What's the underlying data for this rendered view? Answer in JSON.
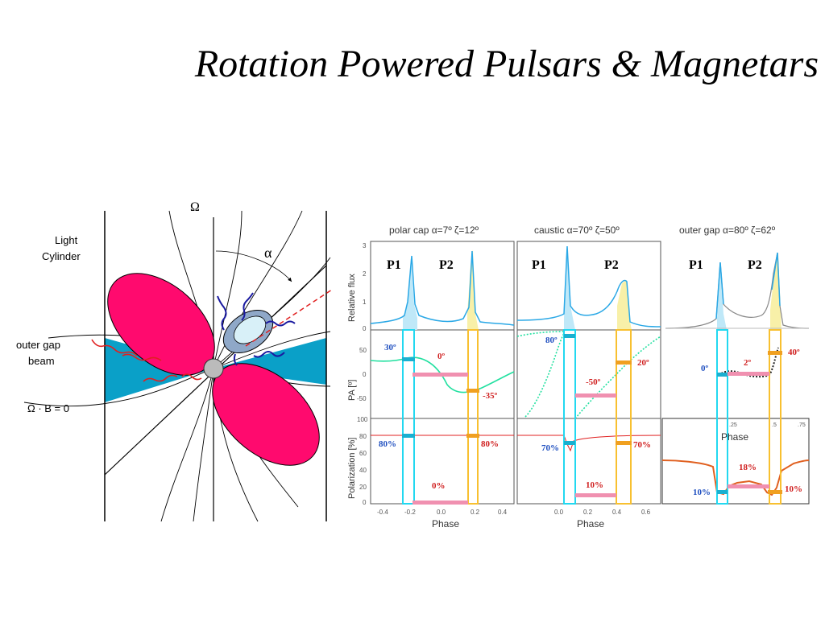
{
  "title": "Rotation Powered Pulsars & Magnetars",
  "diagram": {
    "omega": "Ω",
    "alpha": "α",
    "light_cylinder": [
      "Light",
      "Cylinder"
    ],
    "outer_gap_beam": [
      "outer gap",
      "beam"
    ],
    "omega_dot_b": "Ω · B = 0"
  },
  "panels": [
    {
      "title": "polar cap α=7º ζ=12º",
      "p1": "P1",
      "p2": "P2",
      "pa_p1": "30º",
      "pa_mid": "0º",
      "pa_p2": "-35º",
      "pol_p1": "80%",
      "pol_mid": "0%",
      "pol_p2": "80%",
      "xticks": [
        "-0.4",
        "-0.2",
        "0.0",
        "0.2",
        "0.4"
      ],
      "xlabel": "Phase"
    },
    {
      "title": "caustic α=70º ζ=50º",
      "p1": "P1",
      "p2": "P2",
      "pa_p1": "80º",
      "pa_mid": "-50º",
      "pa_p2": "20º",
      "pol_p1": "70%",
      "pol_mid": "10%",
      "pol_p2": "70%",
      "xticks": [
        "0.0",
        "0.2",
        "0.4",
        "0.6"
      ],
      "xlabel": "Phase"
    },
    {
      "title": "outer gap α=80º ζ=62º",
      "p1": "P1",
      "p2": "P2",
      "pa_p1": "0º",
      "pa_mid": "2º",
      "pa_p2": "40º",
      "pol_p1": "10%",
      "pol_mid": "18%",
      "pol_p2": "10%",
      "xticks": [
        ".25",
        ".5",
        ".75"
      ],
      "xlabel": "Phase"
    }
  ],
  "axes": {
    "flux_label": "Relative flux",
    "pa_label": "PA [º]",
    "pol_label": "Polarization [%]",
    "flux_ticks": [
      "0",
      "1",
      "2",
      "3"
    ],
    "pa_ticks": [
      "50",
      "0",
      "-50"
    ],
    "pol_ticks": [
      "100",
      "80",
      "60",
      "40",
      "20",
      "0"
    ]
  },
  "colors": {
    "cap_lobe": "#ff0a6e",
    "gap_region": "#0aa0c8",
    "curve": "#2aa8e6",
    "pa_curve": "#22e0a0",
    "p1_box": "#22d8f0",
    "p2_box": "#f8c030",
    "mid_bar": "#f090b0",
    "blue_label": "#2050c0",
    "red_label": "#d02020",
    "orange_curve": "#e06020"
  }
}
